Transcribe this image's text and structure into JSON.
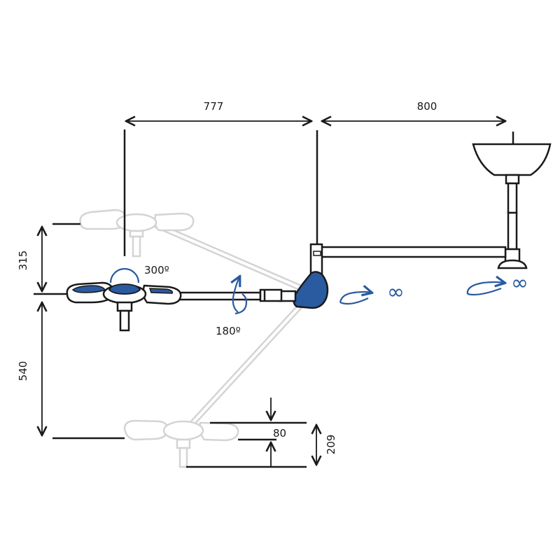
{
  "dimensions": {
    "light_offset": "777",
    "arm_length": "800",
    "upper_travel": "315",
    "lower_travel": "540",
    "head_height": "80",
    "head_total": "209"
  },
  "rotations": {
    "head": "300º",
    "arm": "180º",
    "joint": "∞",
    "mount": "∞"
  },
  "colors": {
    "accent": "#2a5aa0",
    "line": "#1a1a1a",
    "ghost": "#d4d4d4"
  }
}
